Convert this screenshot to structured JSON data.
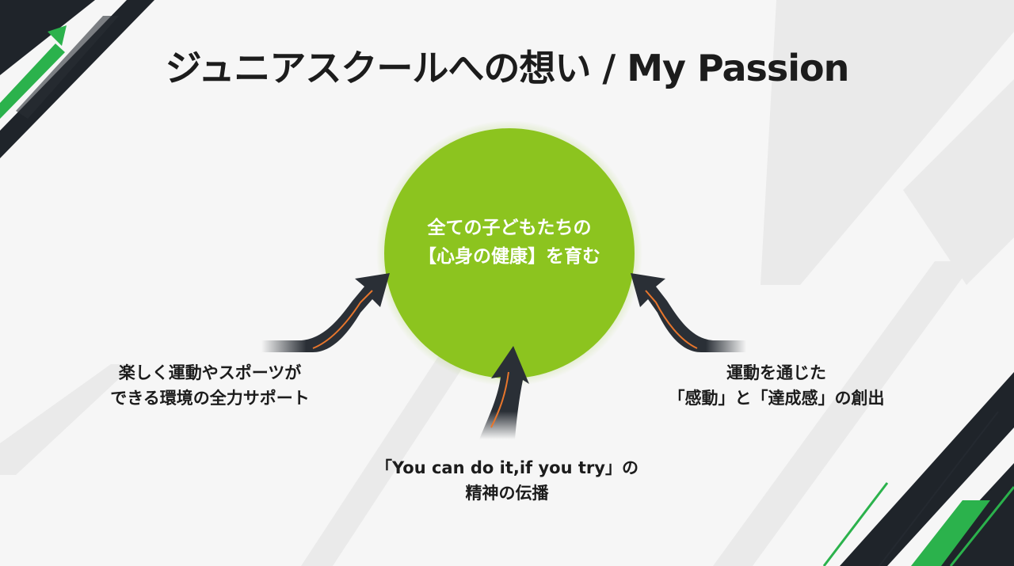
{
  "title": "ジュニアスクールへの想い / My Passion",
  "center": {
    "line1": "全ての子どもたちの",
    "line2": "【心身の健康】を育む"
  },
  "labels": {
    "left": {
      "line1": "楽しく運動やスポーツが",
      "line2": "できる環境の全力サポート"
    },
    "right": {
      "line1": "運動を通じた",
      "line2": "「感動」と「達成感」の創出"
    },
    "bottom": {
      "line1": "「You can do it,if you try」の",
      "line2": "精神の伝播"
    }
  },
  "colors": {
    "circle": "#8cc41f",
    "arrow": "#2a2f36",
    "arrow_highlight": "#e8762c",
    "accent_green": "#2bb24c",
    "dark_band": "#1f242a",
    "title": "#1c1c1c"
  }
}
